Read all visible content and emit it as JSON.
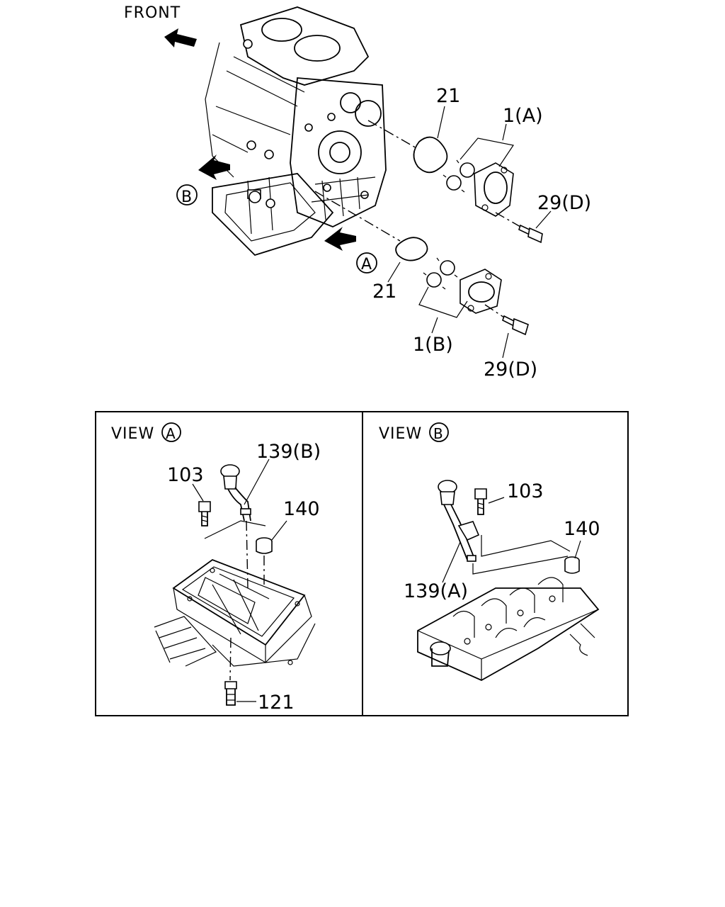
{
  "top": {
    "front_label": "FRONT",
    "callouts": {
      "gasket_upper": "21",
      "pump_a": "1(A)",
      "bolt_upper": "29(D)",
      "marker_a": "A",
      "gasket_lower": "21",
      "marker_b": "B",
      "pump_b": "1(B)",
      "bolt_lower": "29(D)"
    }
  },
  "view_a": {
    "title": "VIEW",
    "marker": "A",
    "callouts": {
      "pipe": "139(B)",
      "bolt": "103",
      "bushing": "140",
      "drain_plug": "121"
    }
  },
  "view_b": {
    "title": "VIEW",
    "marker": "B",
    "callouts": {
      "bolt": "103",
      "bushing": "140",
      "pipe": "139(A)"
    }
  }
}
